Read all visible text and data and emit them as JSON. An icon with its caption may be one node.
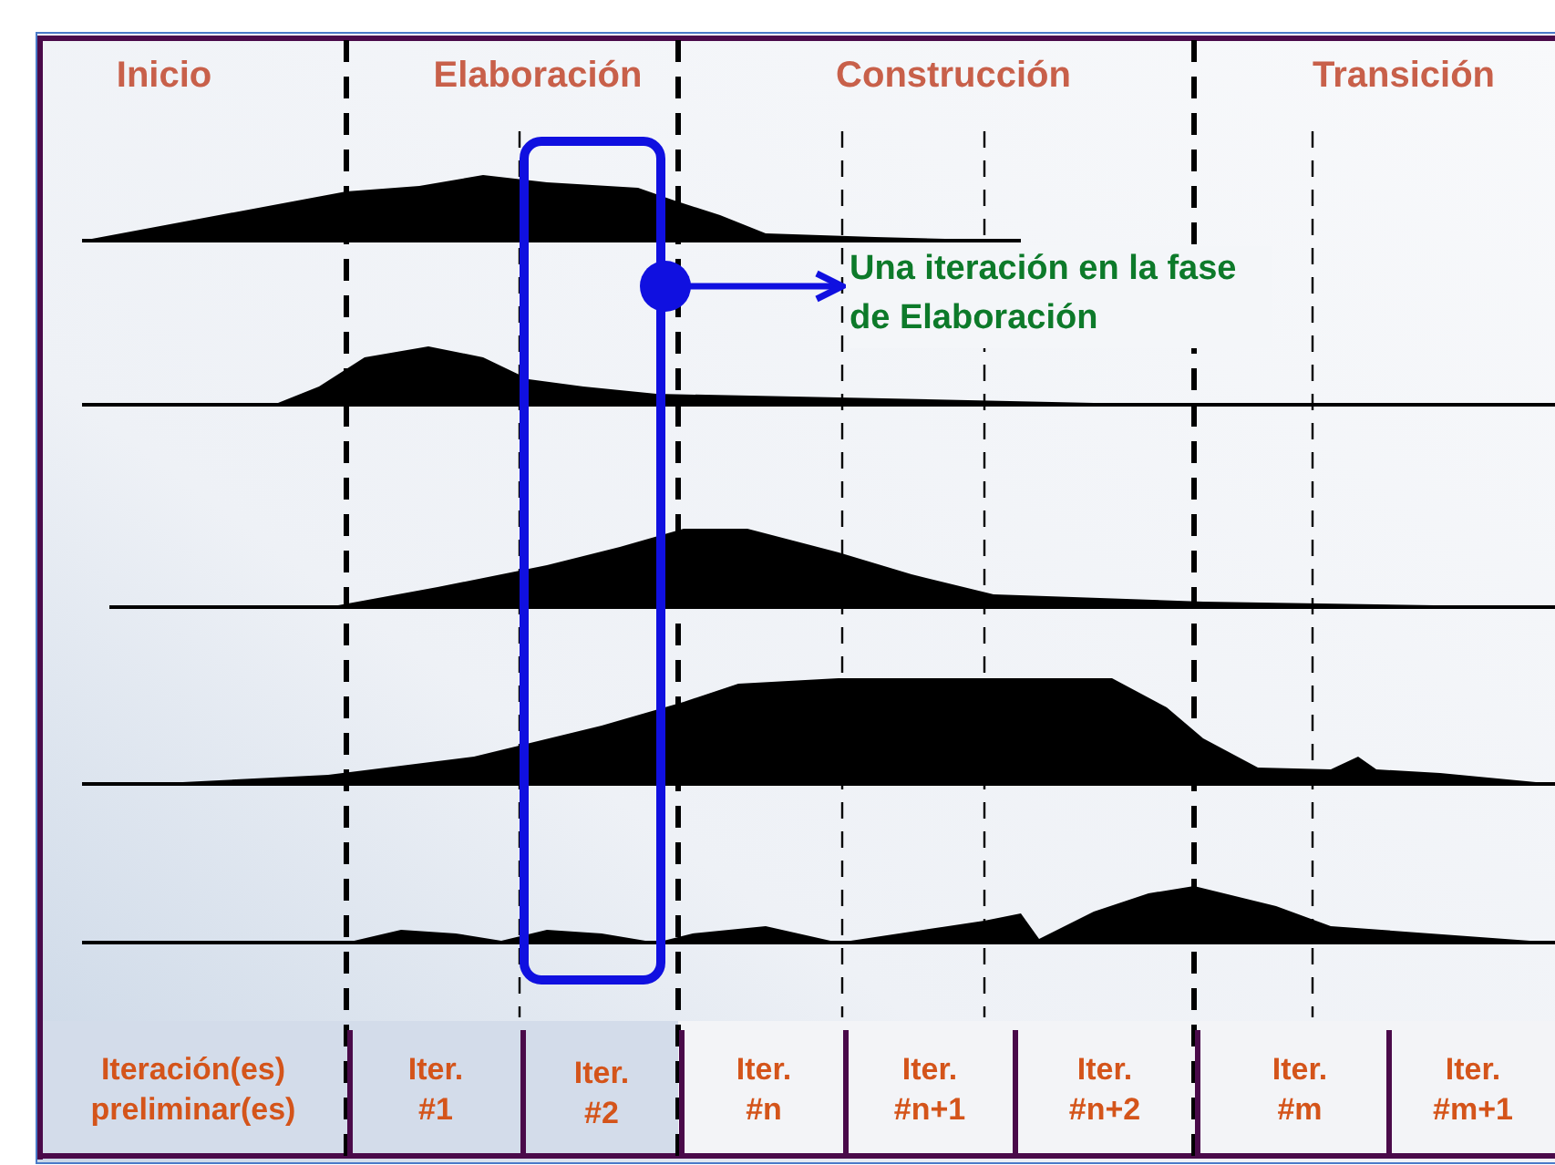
{
  "diagram": {
    "nodes": [
      {
        "text": [],
        "shape": "box"
      },
      {
        "text": [
          "Una iteración en la fase de Elaboración"
        ]
      }
    ],
    "edges": [
      {
        "from": 0,
        "to": 1,
        "arrow": "to"
      }
    ],
    "labels": [
      "Inicio",
      "Elaboración",
      "Construcción",
      "Transición",
      "Iteración(es) preliminar(es)",
      "Iter. #1",
      "Iter. #2",
      "Iter. #n",
      "Iter. #n+1",
      "Iter. #n+2",
      "Iter. #m",
      "Iter. #m+1"
    ]
  }
}
